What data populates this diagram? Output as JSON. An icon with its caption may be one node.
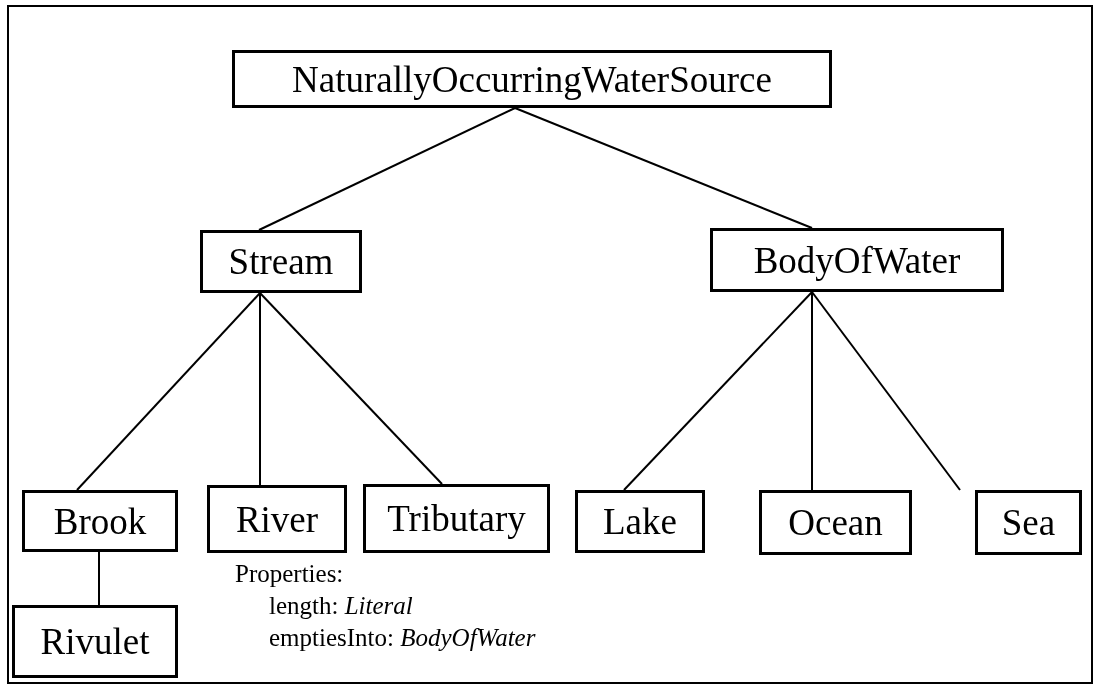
{
  "diagram": {
    "nodes": [
      {
        "text": [
          "NaturallyOccurringWaterSource"
        ]
      },
      {
        "text": [
          "Stream"
        ]
      },
      {
        "text": [
          "BodyOfWater"
        ]
      },
      {
        "text": [
          "Brook"
        ]
      },
      {
        "text": [
          "River"
        ],
        "beside": [
          "Properties:",
          "length: *Literal*",
          "emptiesInto: *BodyOfWater*"
        ]
      },
      {
        "text": [
          "Tributary"
        ]
      },
      {
        "text": [
          "Lake"
        ]
      },
      {
        "text": [
          "Ocean"
        ]
      },
      {
        "text": [
          "Sea"
        ]
      },
      {
        "text": [
          "Rivulet"
        ]
      }
    ],
    "edges": [
      {
        "from": 0,
        "to": 1,
        "arrow": "none"
      },
      {
        "from": 0,
        "to": 2,
        "arrow": "none"
      },
      {
        "from": 1,
        "to": 3,
        "arrow": "none"
      },
      {
        "from": 1,
        "to": 4,
        "arrow": "none"
      },
      {
        "from": 1,
        "to": 5,
        "arrow": "none"
      },
      {
        "from": 2,
        "to": 6,
        "arrow": "none"
      },
      {
        "from": 2,
        "to": 7,
        "arrow": "none"
      },
      {
        "from": 2,
        "to": 8,
        "arrow": "none"
      },
      {
        "from": 3,
        "to": 9,
        "arrow": "none"
      }
    ]
  }
}
